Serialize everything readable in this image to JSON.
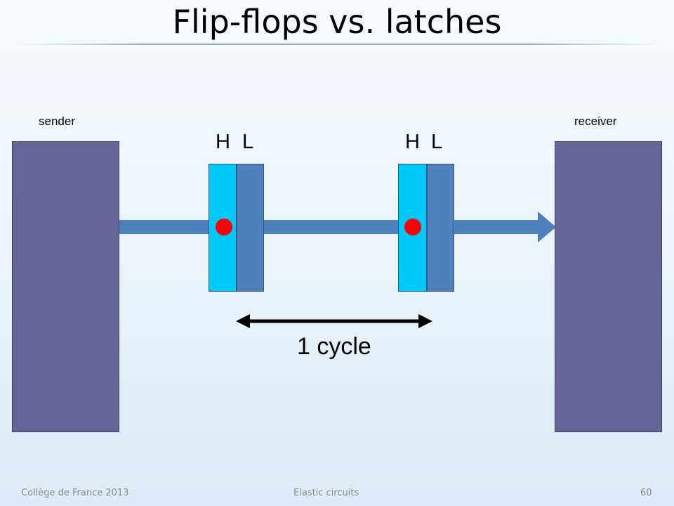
{
  "slide": {
    "title": "Flip-flops vs. latches",
    "footer_left": "Collège de France 2013",
    "footer_center": "Elastic circuits",
    "page_number": "60"
  },
  "diagram": {
    "sender_label": "sender",
    "receiver_label": "receiver",
    "latch_pair_1": {
      "h_label": "H",
      "l_label": "L"
    },
    "latch_pair_2": {
      "h_label": "H",
      "l_label": "L"
    },
    "cycle_label": "1 cycle"
  },
  "colors": {
    "block": "#666699",
    "latch_high": "#00c8f8",
    "latch_low": "#4f81bd",
    "wire": "#4f81bd",
    "token": "#ff0000"
  }
}
